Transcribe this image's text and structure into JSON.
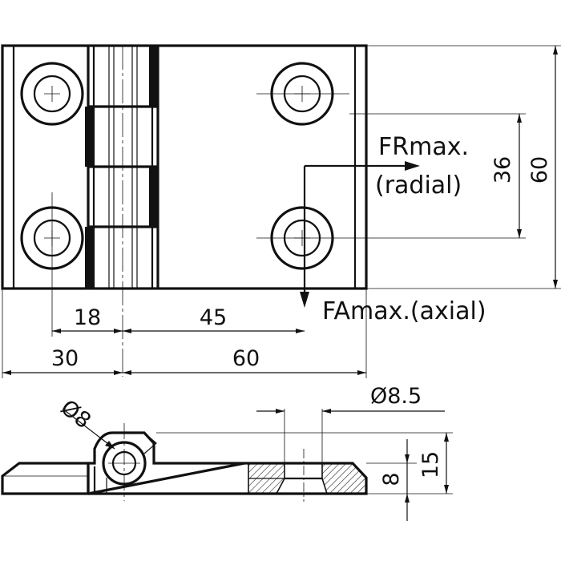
{
  "dimensions": {
    "hole_spacing": "18",
    "hole_to_force": "45",
    "leaf_width": "30",
    "main_width": "60",
    "vertical_hole_spacing": "36",
    "height": "60",
    "pin_diameter": "Ø8",
    "hole_diameter": "Ø8.5",
    "thickness_8": "8",
    "thickness_15": "15"
  },
  "forces": {
    "radial_line1": "FRmax.",
    "radial_line2": "(radial)",
    "axial": "FAmax.(axial)"
  },
  "colors": {
    "line": "#111111",
    "background": "#ffffff"
  }
}
